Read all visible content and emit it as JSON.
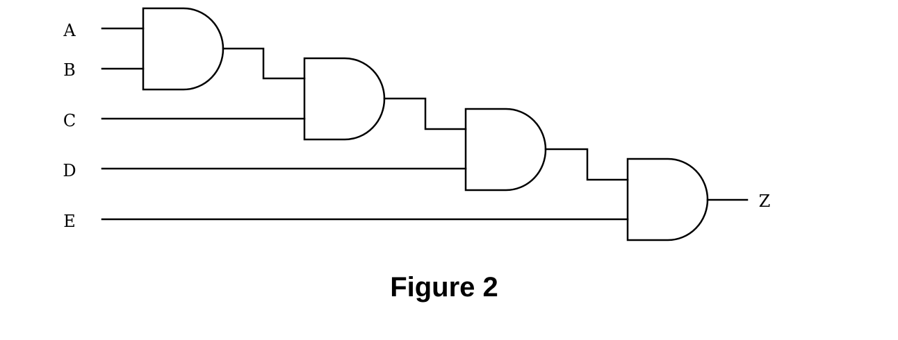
{
  "diagram": {
    "inputs": [
      {
        "id": "A",
        "label": "A"
      },
      {
        "id": "B",
        "label": "B"
      },
      {
        "id": "C",
        "label": "C"
      },
      {
        "id": "D",
        "label": "D"
      },
      {
        "id": "E",
        "label": "E"
      }
    ],
    "output": {
      "id": "Z",
      "label": "Z"
    },
    "gates": [
      {
        "id": "g1",
        "type": "AND",
        "inputs": [
          "A",
          "B"
        ],
        "output": "g1"
      },
      {
        "id": "g2",
        "type": "AND",
        "inputs": [
          "g1",
          "C"
        ],
        "output": "g2"
      },
      {
        "id": "g3",
        "type": "AND",
        "inputs": [
          "g2",
          "D"
        ],
        "output": "g3"
      },
      {
        "id": "g4",
        "type": "AND",
        "inputs": [
          "g3",
          "E"
        ],
        "output": "Z"
      }
    ],
    "caption": "Figure 2"
  }
}
